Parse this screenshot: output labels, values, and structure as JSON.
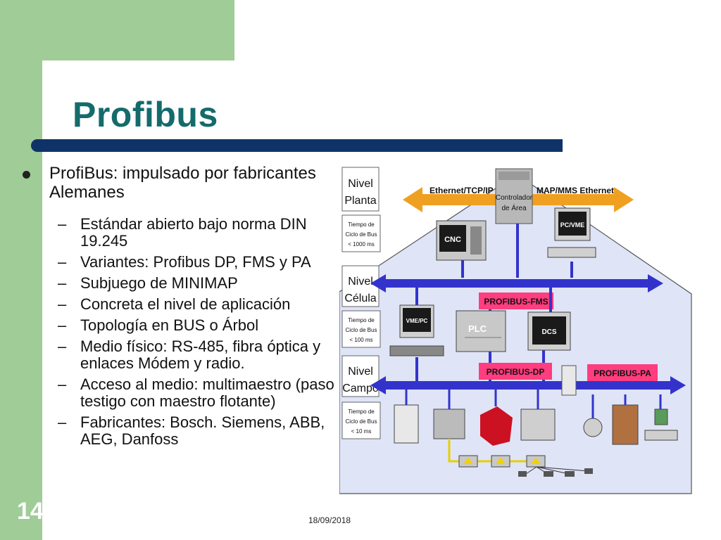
{
  "slide": {
    "title": "Profibus",
    "number": "14",
    "date": "18/09/2018"
  },
  "bullets": {
    "main": "ProfiBus: impulsado por fabricantes Alemanes",
    "subs": [
      "Estándar abierto bajo norma DIN 19.245",
      "Variantes: Profibus DP, FMS y PA",
      "Subjuego de MINIMAP",
      "Concreta el nivel de aplicación",
      "Topología en BUS o Árbol",
      "Medio físico: RS-485, fibra óptica y enlaces Módem y radio.",
      "Acceso al medio: multimaestro (paso testigo con maestro flotante)",
      "Fabricantes: Bosch. Siemens, ABB, AEG, Danfoss"
    ]
  },
  "diagram": {
    "levels": [
      {
        "line1": "Nivel",
        "line2": "Planta",
        "cycle": [
          "Tiempo de",
          "Ciclo de Bus",
          "< 1000 ms"
        ]
      },
      {
        "line1": "Nivel",
        "line2": "Célula",
        "cycle": [
          "Tiempo de",
          "Ciclo de Bus",
          "< 100 ms"
        ]
      },
      {
        "line1": "Nivel",
        "line2": "Campo",
        "cycle": [
          "Tiempo de",
          "Ciclo de Bus",
          "< 10 ms"
        ]
      }
    ],
    "ethernet_left": "Ethernet/TCP/IP",
    "ethernet_right": "MAP/MMS  Ethernet",
    "controller": [
      "Controlador",
      "de Área"
    ],
    "devices": {
      "cnc": "CNC",
      "pcvme": "PC/VME",
      "vmepc": "VME/PC",
      "plc": "PLC",
      "dcs": "DCS"
    },
    "buses": {
      "fms": "PROFIBUS-FMS",
      "dp": "PROFIBUS-DP",
      "pa": "PROFIBUS-PA"
    },
    "colors": {
      "ethernet": "#f0a020",
      "bus": "#3333cc",
      "bus_label_bg": "#ff3d7f",
      "house_bg": "#dfe4f7"
    }
  }
}
